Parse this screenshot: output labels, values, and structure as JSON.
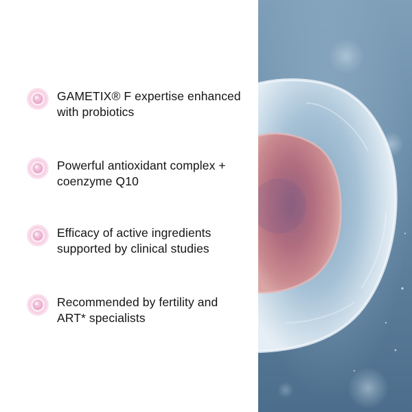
{
  "features": [
    {
      "text": "GAMETIX® F expertise enhanced with probiotics",
      "line1": "GAMETIX® F expertise enhanced",
      "line2": "with probiotics",
      "icon": "pink-cell-bullet-icon"
    },
    {
      "text": "Powerful antioxidant complex + coenzyme Q10",
      "line1": "Powerful antioxidant complex +",
      "line2": "coenzyme Q10",
      "icon": "pink-cell-bullet-icon"
    },
    {
      "text": "Efficacy of active ingredients supported by clinical studies",
      "line1": "Efficacy of active ingredients",
      "line2": "supported by clinical studies",
      "icon": "pink-cell-bullet-icon"
    },
    {
      "text": "Recommended by fertility and ART* specialists",
      "line1": "Recommended by fertility and",
      "line2": "ART* specialists",
      "icon": "pink-cell-bullet-icon"
    }
  ],
  "colors": {
    "text": "#141414",
    "bullet_outer": "#f7d3e6",
    "bullet_inner": "#e9a3c8",
    "image_background": "#5f7f9c",
    "cell_membrane": "#c9dbe8",
    "cell_nucleus": "#b56b78"
  },
  "image": {
    "subject": "cell-microscopy-illustration"
  }
}
